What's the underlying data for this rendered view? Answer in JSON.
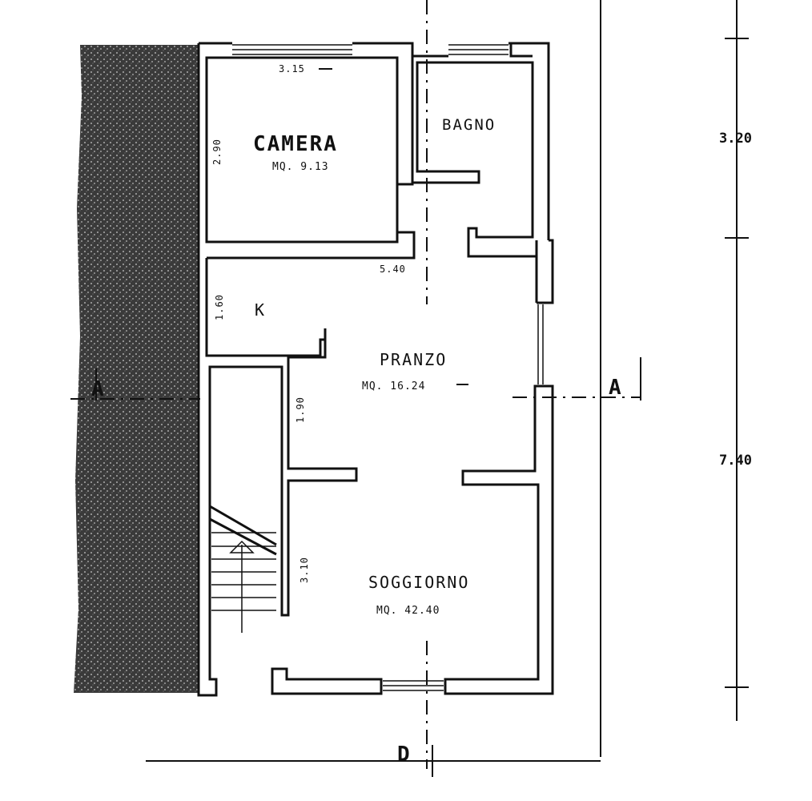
{
  "rooms": {
    "camera": {
      "name": "CAMERA",
      "area": "MQ. 9.13"
    },
    "bagno": {
      "name": "BAGNO"
    },
    "kitchen": {
      "name": "K"
    },
    "pranzo": {
      "name": "PRANZO",
      "area": "MQ. 16.24"
    },
    "soggiorno": {
      "name": "SOGGIORNO",
      "area": "MQ. 42.40"
    }
  },
  "dimensions": {
    "camera_width": "3.15",
    "camera_depth": "2.90",
    "mid_width": "5.40",
    "kitchen_depth": "1.60",
    "pranzo_depth": "1.90",
    "soggiorno_depth": "3.10",
    "overall_top": "3.20",
    "overall_bottom": "7.40"
  },
  "sections": {
    "left": "A",
    "right": "A",
    "bottom": "D"
  }
}
